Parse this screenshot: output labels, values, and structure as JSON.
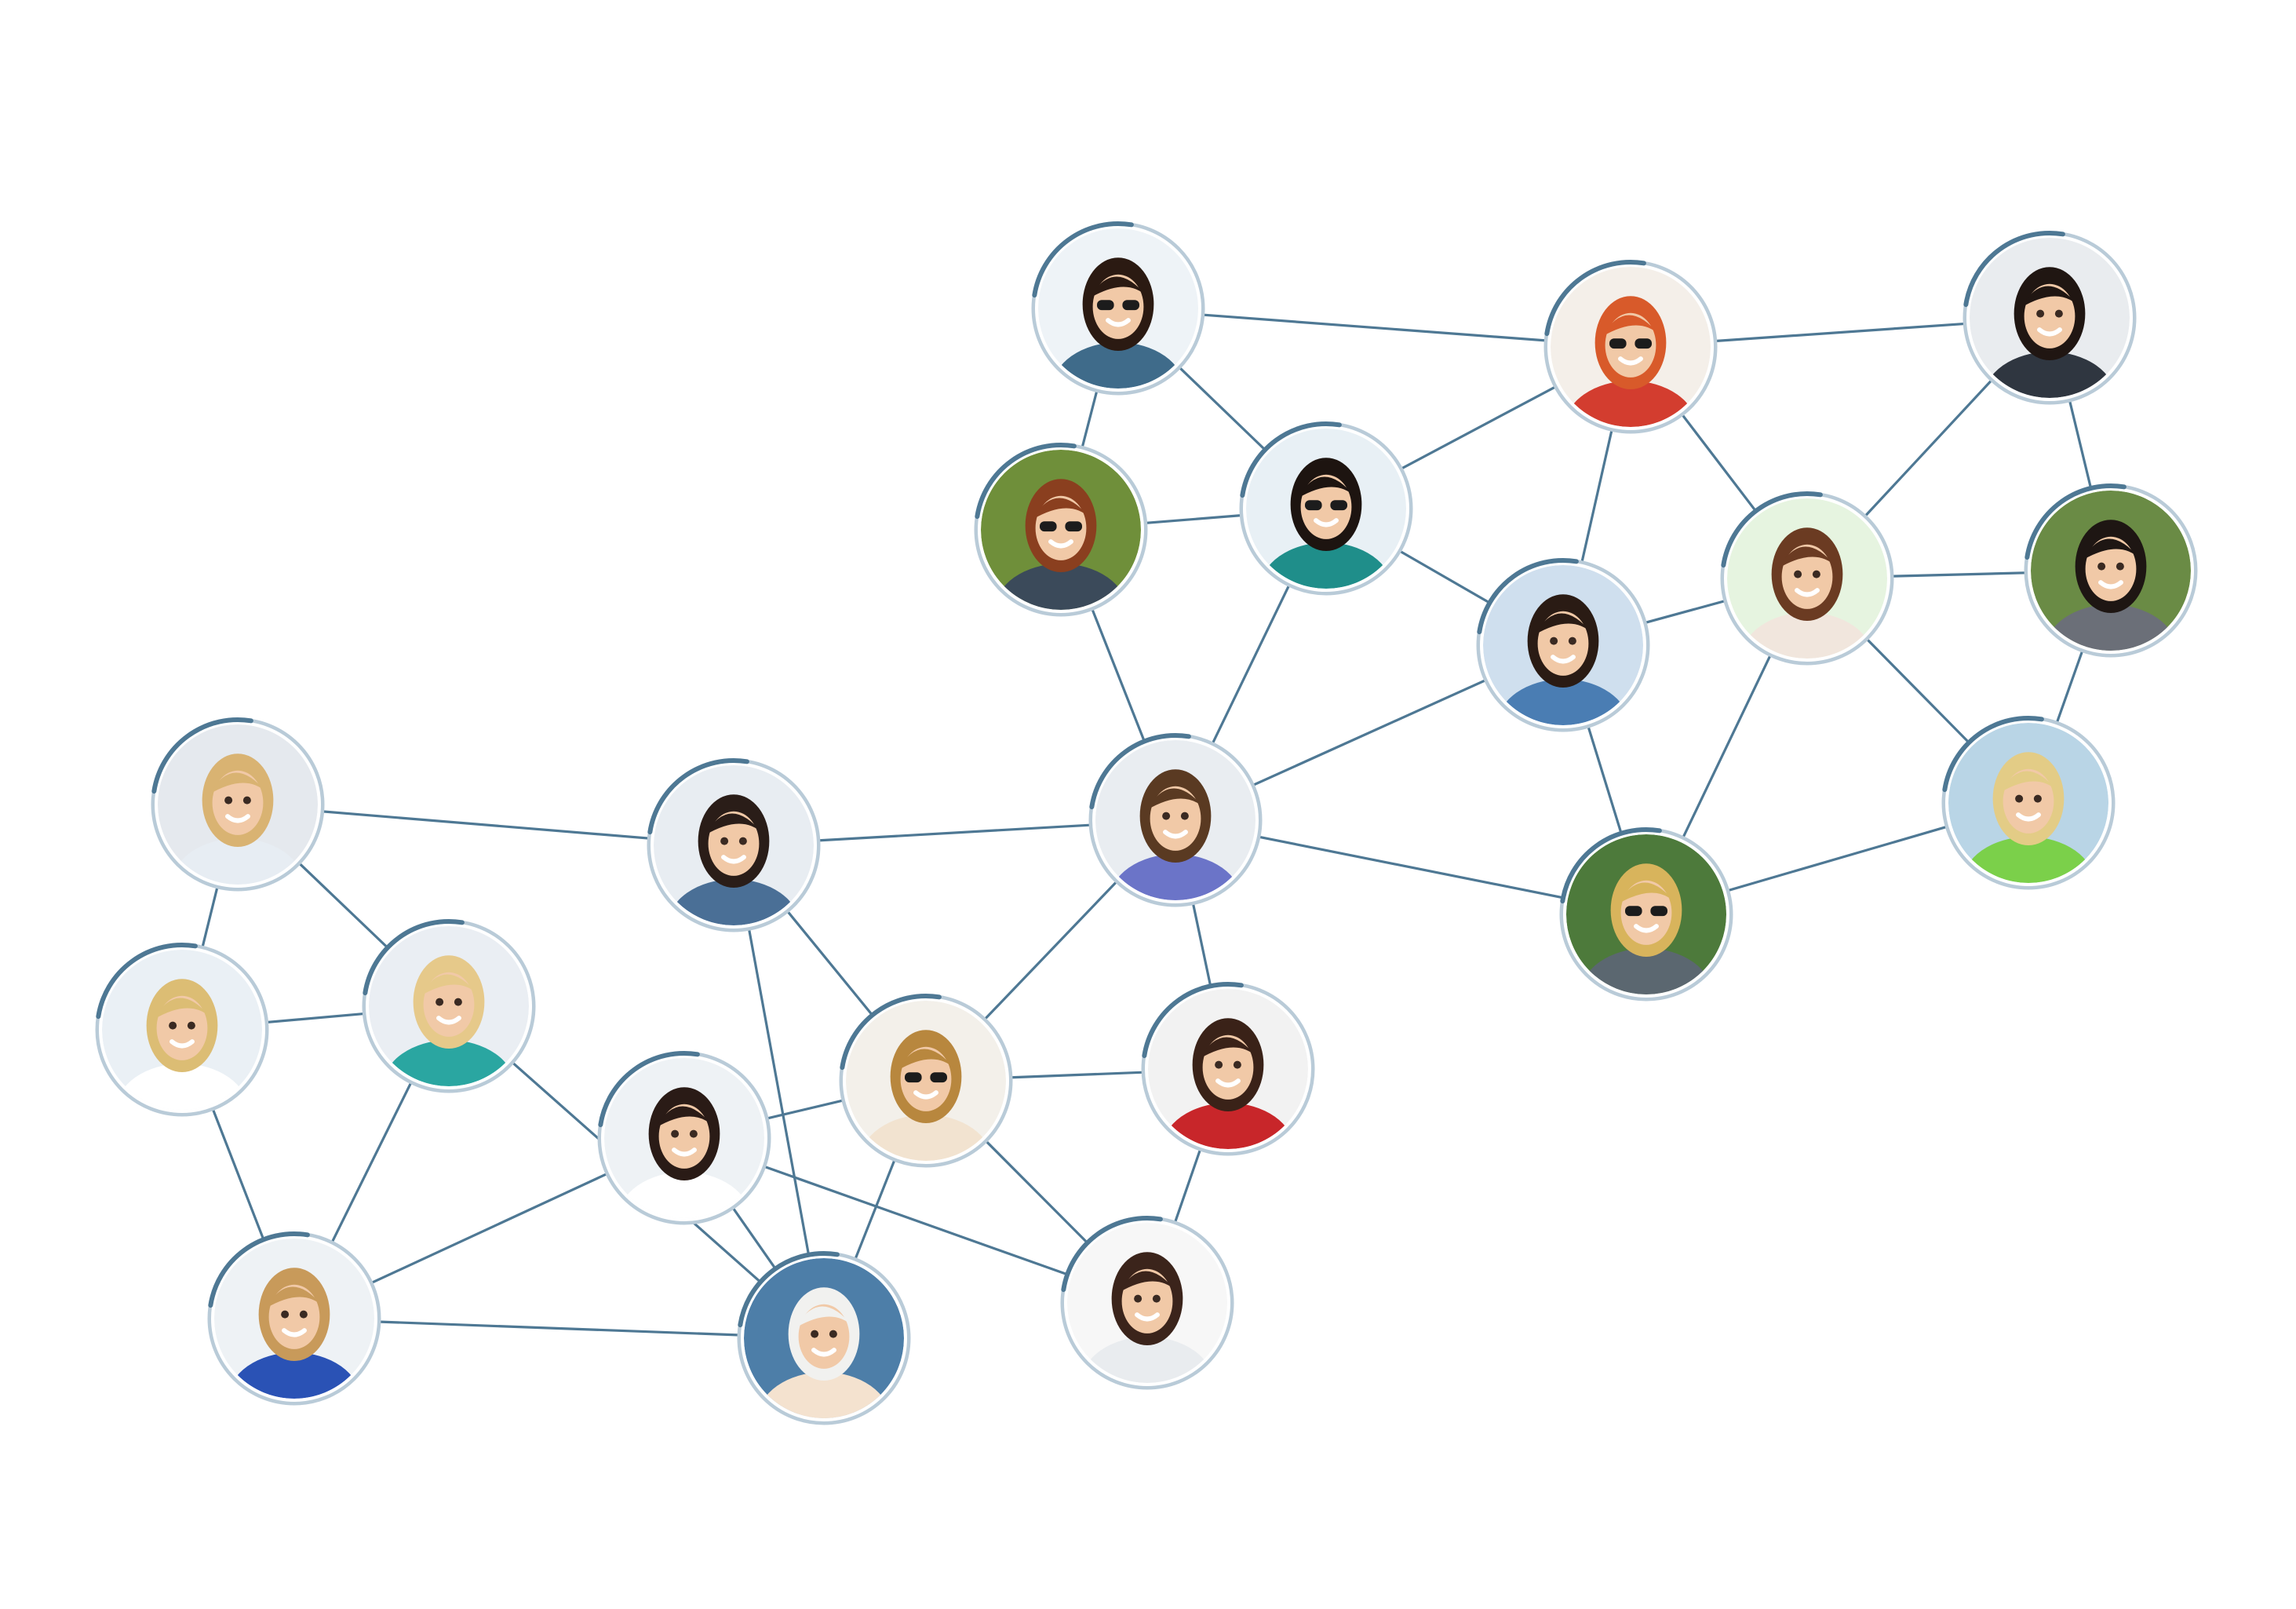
{
  "colors": {
    "background": "#ffffff",
    "edge": "#4e7894",
    "ring": "#b9cbd8",
    "ring_accent": "#4e7894",
    "avatar_bg": "#eef2f5",
    "skin": "#f1c9a7",
    "face_shadow": "#e2b48f"
  },
  "nodes": [
    {
      "id": "n1",
      "hair": "#2b1a12",
      "shirt": "#3f6b8a",
      "bg": "#eef3f7",
      "glasses": true
    },
    {
      "id": "n2",
      "hair": "#d85a2a",
      "shirt": "#d33d2f",
      "bg": "#f4efe9",
      "glasses": true
    },
    {
      "id": "n3",
      "hair": "#201612",
      "shirt": "#2f3640",
      "bg": "#e9ecef",
      "glasses": false
    },
    {
      "id": "n4",
      "hair": "#8a3f1f",
      "shirt": "#3b4a5a",
      "bg": "#6f8f3a",
      "glasses": true
    },
    {
      "id": "n5",
      "hair": "#1d1410",
      "shirt": "#1f8e8a",
      "bg": "#e8f0f5",
      "glasses": true
    },
    {
      "id": "n6",
      "hair": "#2a1b14",
      "shirt": "#4a7db3",
      "bg": "#cfdfee",
      "glasses": false
    },
    {
      "id": "n7",
      "hair": "#6b3b22",
      "shirt": "#f1e6dd",
      "bg": "#e6f4e0",
      "glasses": false
    },
    {
      "id": "n8",
      "hair": "#1e1613",
      "shirt": "#6b6f78",
      "bg": "#6a8b45",
      "glasses": false
    },
    {
      "id": "n9",
      "hair": "#5a3a22",
      "shirt": "#6b74c8",
      "bg": "#e9edf1",
      "glasses": false
    },
    {
      "id": "n10",
      "hair": "#d8b45c",
      "shirt": "#5b6770",
      "bg": "#4d7a3b",
      "glasses": true
    },
    {
      "id": "n11",
      "hair": "#e3cc86",
      "shirt": "#7bd04a",
      "bg": "#b9d5e6",
      "glasses": false
    },
    {
      "id": "n12",
      "hair": "#3a2218",
      "shirt": "#c8262a",
      "bg": "#f2f2f2",
      "glasses": false
    },
    {
      "id": "n13",
      "hair": "#d9b372",
      "shirt": "#e7edf3",
      "bg": "#e5e9ee",
      "glasses": false
    },
    {
      "id": "n14",
      "hair": "#2a1d18",
      "shirt": "#4a6f96",
      "bg": "#e8edf2",
      "glasses": false
    },
    {
      "id": "n15",
      "hair": "#b8873e",
      "shirt": "#f2e3d0",
      "bg": "#f3f0ea",
      "glasses": true
    },
    {
      "id": "n16",
      "hair": "#f1f1ef",
      "shirt": "#f4e2cf",
      "bg": "#4d7ea8",
      "glasses": false
    },
    {
      "id": "n17",
      "hair": "#e6c98a",
      "shirt": "#2aa6a1",
      "bg": "#eaeef3",
      "glasses": false
    },
    {
      "id": "n18",
      "hair": "#dcbd74",
      "shirt": "#ffffff",
      "bg": "#eaf0f5",
      "glasses": false
    },
    {
      "id": "n19",
      "hair": "#2a1b16",
      "shirt": "#ffffff",
      "bg": "#eef2f5",
      "glasses": false
    },
    {
      "id": "n20",
      "hair": "#3b241b",
      "shirt": "#e9ecef",
      "bg": "#f7f7f7",
      "glasses": false
    },
    {
      "id": "n21",
      "hair": "#2a1b16",
      "shirt": "#d4b49a",
      "bg": "#edf1f4",
      "glasses": false
    },
    {
      "id": "n22",
      "hair": "#1b1412",
      "shirt": "#ffffff",
      "bg": "#eef2f5",
      "glasses": false
    },
    {
      "id": "n23",
      "hair": "#c89a5a",
      "shirt": "#2a52b5",
      "bg": "#eef2f5",
      "glasses": false
    }
  ],
  "edges": [
    [
      "n1",
      "n2"
    ],
    [
      "n1",
      "n5"
    ],
    [
      "n1",
      "n4"
    ],
    [
      "n2",
      "n3"
    ],
    [
      "n2",
      "n5"
    ],
    [
      "n2",
      "n6"
    ],
    [
      "n2",
      "n7"
    ],
    [
      "n3",
      "n7"
    ],
    [
      "n3",
      "n8"
    ],
    [
      "n4",
      "n5"
    ],
    [
      "n4",
      "n9"
    ],
    [
      "n5",
      "n6"
    ],
    [
      "n5",
      "n9"
    ],
    [
      "n6",
      "n7"
    ],
    [
      "n6",
      "n10"
    ],
    [
      "n6",
      "n9"
    ],
    [
      "n7",
      "n8"
    ],
    [
      "n7",
      "n10"
    ],
    [
      "n7",
      "n11"
    ],
    [
      "n8",
      "n11"
    ],
    [
      "n9",
      "n10"
    ],
    [
      "n9",
      "n14"
    ],
    [
      "n9",
      "n15"
    ],
    [
      "n9",
      "n12"
    ],
    [
      "n10",
      "n11"
    ],
    [
      "n14",
      "n13"
    ],
    [
      "n14",
      "n15"
    ],
    [
      "n14",
      "n16"
    ],
    [
      "n13",
      "n17"
    ],
    [
      "n13",
      "n18"
    ],
    [
      "n18",
      "n17"
    ],
    [
      "n17",
      "n16"
    ],
    [
      "n17",
      "n23"
    ],
    [
      "n18",
      "n23"
    ],
    [
      "n16",
      "n15"
    ],
    [
      "n16",
      "n19"
    ],
    [
      "n16",
      "n23"
    ],
    [
      "n15",
      "n12"
    ],
    [
      "n15",
      "n19"
    ],
    [
      "n15",
      "n20"
    ],
    [
      "n12",
      "n20"
    ],
    [
      "n20",
      "n19"
    ],
    [
      "n19",
      "n23"
    ]
  ]
}
